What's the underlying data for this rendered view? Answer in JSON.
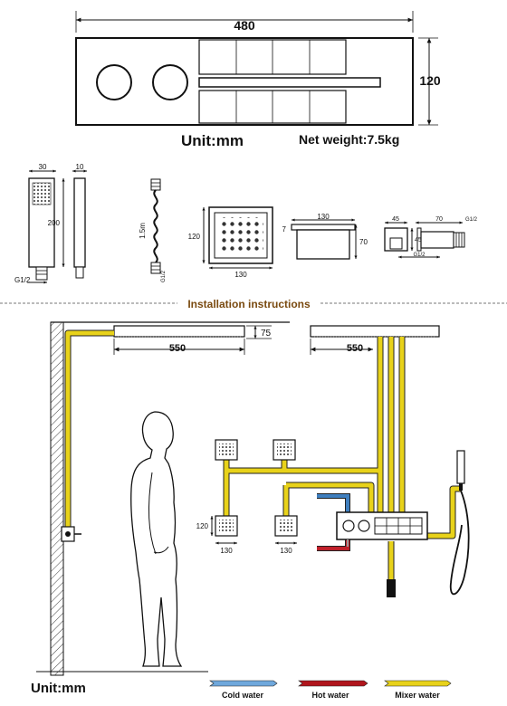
{
  "top_panel": {
    "width_label": "480",
    "height_label": "120",
    "unit": "Unit:mm",
    "weight": "Net weight:7.5kg"
  },
  "components": {
    "hand_shower": {
      "width": "30",
      "depth": "10",
      "height": "200",
      "thread": "G1/2"
    },
    "hose": {
      "length": "1.5m",
      "thread": "G1/2"
    },
    "body_jet_front": {
      "height": "120",
      "width": "130"
    },
    "body_jet_side": {
      "width": "130",
      "left_depth": "7",
      "right_depth": "70"
    },
    "wall_outlet": {
      "width": "45",
      "height": "45",
      "length": "70",
      "thread_side": "G1/2",
      "thread_bottom": "G1/2"
    }
  },
  "installation": {
    "title": "Installation instructions",
    "left_distance": "550",
    "ceiling_drop": "75",
    "right_distance": "550",
    "jet_height": "120",
    "jet_width_left": "130",
    "jet_width_right": "130",
    "unit": "Unit:mm"
  },
  "legend": {
    "cold": {
      "label": "Cold water",
      "color": "#6fa8dc"
    },
    "hot": {
      "label": "Hot water",
      "color": "#b0151c"
    },
    "mixer": {
      "label": "Mixer water",
      "color": "#e8d21a"
    }
  },
  "colors": {
    "cold_pipe": "#3f7fbf",
    "hot_pipe": "#c0202a",
    "mixer_pipe": "#e8d21a"
  }
}
